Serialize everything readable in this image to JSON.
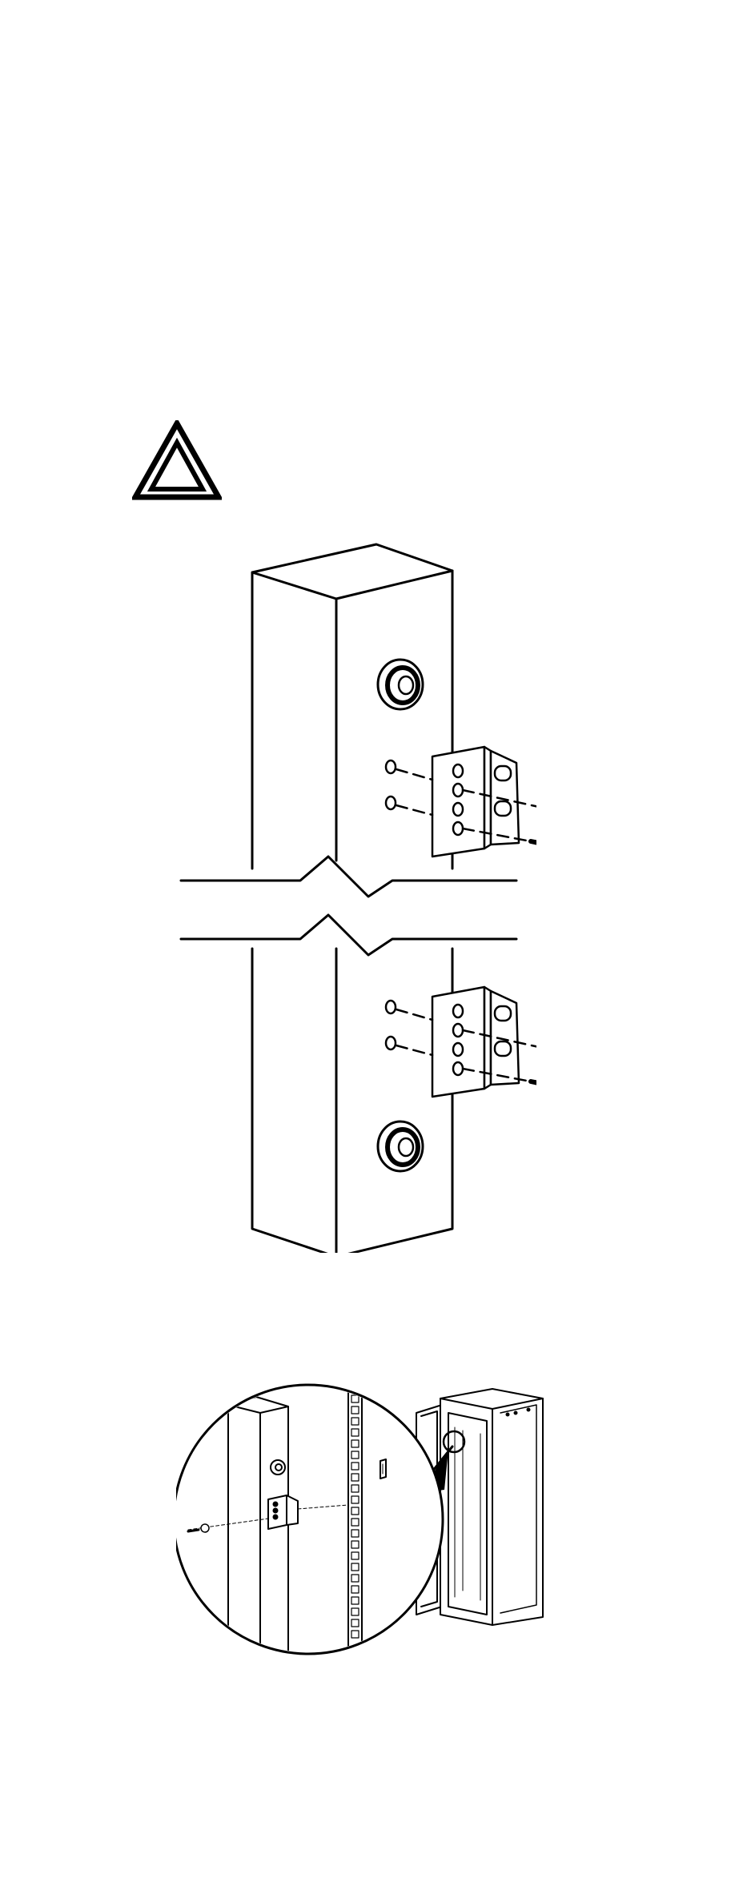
{
  "warning": {
    "icon": "warning-triangle-icon",
    "color": "#000000"
  },
  "figures": [
    {
      "id": "bracket-mounting-front-view",
      "parts": [
        "rack-post",
        "cage-nut",
        "mounting-bracket",
        "screw"
      ],
      "bracket_count": 2,
      "screws_per_bracket": 2,
      "break_line": true
    },
    {
      "id": "bracket-mounting-rack-context",
      "parts": [
        "rack-cabinet",
        "zoom-callout",
        "rack-post",
        "mounting-bracket",
        "screw"
      ]
    }
  ]
}
